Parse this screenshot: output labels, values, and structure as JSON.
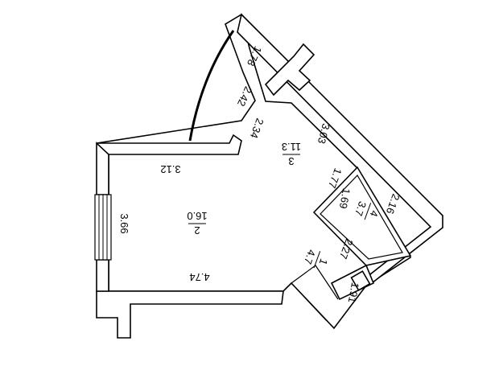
{
  "rooms": [
    {
      "number": "2",
      "area": "16.0"
    },
    {
      "number": "3",
      "area": "11.3"
    },
    {
      "number": "4",
      "area": "3.7"
    },
    {
      "number": "1",
      "area": "4.7"
    }
  ],
  "dimensions": {
    "room2_top": "3.12",
    "room2_left": "3.66",
    "room2_bottom": "4.74",
    "room3_top": "1.78",
    "room3_upper_left": "2.42",
    "room3_lower_left": "2.34",
    "room3_right": "3.03",
    "room3_bottom": "1.77",
    "room4_left": "1.69",
    "room4_right": "2.16",
    "room1_top": "2.27",
    "room1_bottom": "1.91"
  }
}
